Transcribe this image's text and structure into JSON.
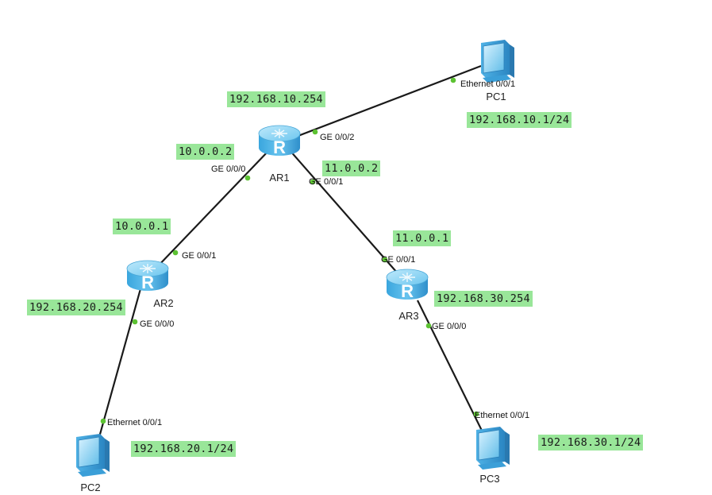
{
  "devices": {
    "ar1": {
      "label": "AR1",
      "type": "router"
    },
    "ar2": {
      "label": "AR2",
      "type": "router"
    },
    "ar3": {
      "label": "AR3",
      "type": "router"
    },
    "pc1": {
      "label": "PC1",
      "type": "pc"
    },
    "pc2": {
      "label": "PC2",
      "type": "pc"
    },
    "pc3": {
      "label": "PC3",
      "type": "pc"
    }
  },
  "router_glyph": "R",
  "ports": {
    "ar1_ge002": "GE 0/0/2",
    "ar1_ge000": "GE 0/0/0",
    "ar1_ge001": "GE 0/0/1",
    "ar2_ge001": "GE 0/0/1",
    "ar2_ge000": "GE 0/0/0",
    "ar3_ge001": "GE 0/0/1",
    "ar3_ge000": "GE 0/0/0",
    "pc1_eth": "Ethernet 0/0/1",
    "pc2_eth": "Ethernet 0/0/1",
    "pc3_eth": "Ethernet 0/0/1"
  },
  "ips": {
    "ar1_lan": "192.168.10.254",
    "ar1_to_ar2": "10.0.0.2",
    "ar1_to_ar3": "11.0.0.2",
    "ar2_to_ar1": "10.0.0.1",
    "ar2_lan": "192.168.20.254",
    "ar3_to_ar1": "11.0.0.1",
    "ar3_lan": "192.168.30.254",
    "pc1": "192.168.10.1/24",
    "pc2": "192.168.20.1/24",
    "pc3": "192.168.30.1/24"
  },
  "colors": {
    "label_bg": "#99e699",
    "port_dot": "#5cc232",
    "router_body": "#3fa9e0",
    "link": "#1a1a1a"
  },
  "icons": {
    "router": "router-icon",
    "pc": "pc-icon"
  }
}
